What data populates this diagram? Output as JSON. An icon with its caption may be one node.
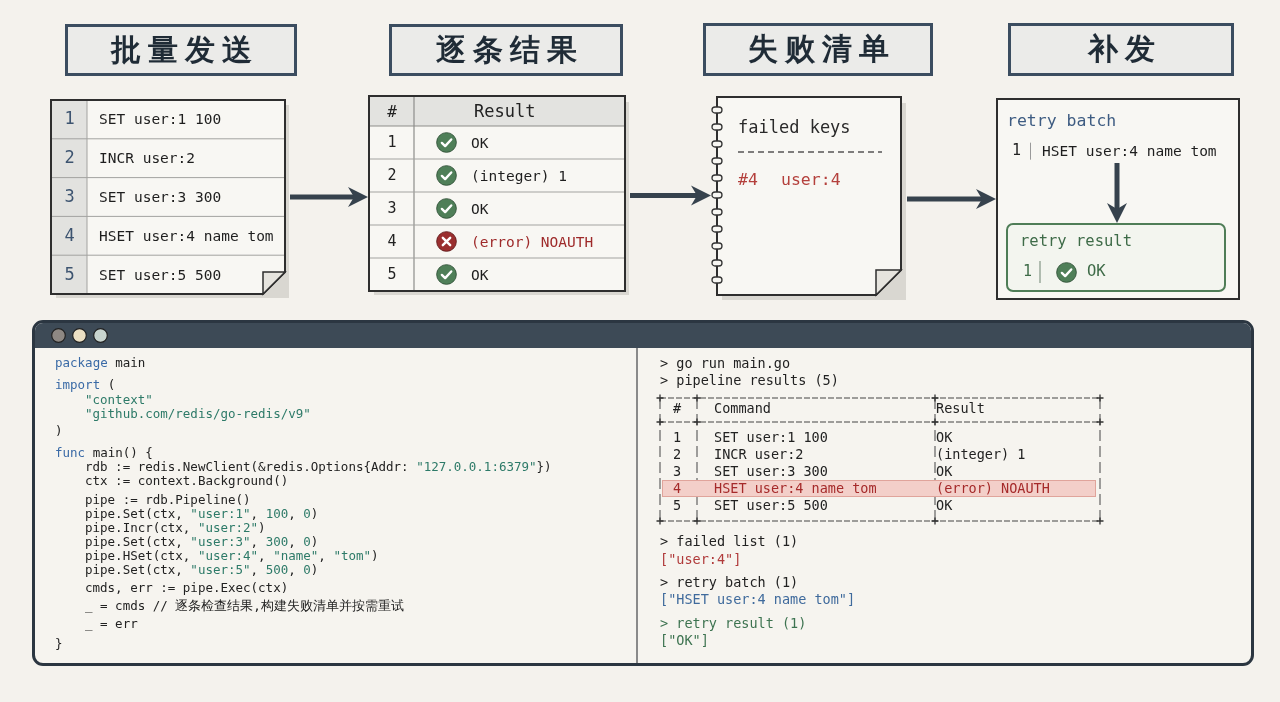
{
  "diagram": {
    "nodes": [
      {
        "text": [
          "批量发送"
        ]
      },
      {
        "text": [
          "逐条结果"
        ]
      },
      {
        "text": [
          "失败清单"
        ]
      },
      {
        "text": [
          "补发"
        ]
      },
      {
        "text": [
          "1",
          "SET user:1 100",
          "2",
          "INCR user:2",
          "3",
          "SET user:3 300",
          "4",
          "HSET user:4 name tom",
          "5",
          "SET user:5 500"
        ]
      },
      {
        "text": [
          "#",
          "Result",
          "1",
          "OK",
          "2",
          "(integer) 1",
          "3",
          "OK",
          "4",
          "(error) NOAUTH",
          "5",
          "OK"
        ]
      },
      {
        "text": [
          "failed keys",
          "#4",
          "user:4"
        ]
      },
      {
        "text": [
          "retry batch"
        ]
      },
      {
        "text": [
          "1",
          "HSET user:4 name tom"
        ],
        "in": 7
      },
      {
        "text": [
          "retry result",
          "1",
          "OK"
        ],
        "in": 7
      }
    ],
    "edges": [
      {
        "from": 4,
        "to": 5,
        "arrow": "to"
      },
      {
        "from": 5,
        "to": 6,
        "arrow": "to"
      },
      {
        "from": 6,
        "to": 7,
        "arrow": "to"
      },
      {
        "from": 8,
        "to": 9,
        "arrow": "to"
      }
    ],
    "labels": [
      "package main",
      "import (",
      "\"context\"",
      "\"github.com/redis/go-redis/v9\"",
      ")",
      "func main() {",
      "rdb := redis.NewClient(&redis.Options{Addr: \"127.0.0.1:6379\"})",
      "ctx := context.Background()",
      "pipe := rdb.Pipeline()",
      "pipe.Set(ctx, \"user:1\", 100, 0)",
      "pipe.Incr(ctx, \"user:2\")",
      "pipe.Set(ctx, \"user:3\", 300, 0)",
      "pipe.HSet(ctx, \"user:4\", \"name\", \"tom\")",
      "pipe.Set(ctx, \"user:5\", 500, 0)",
      "cmds, err := pipe.Exec(ctx)",
      "_ = cmds // 逐条检查结果,构建失败清单并按需重试",
      "_ = err",
      "}",
      "> go run main.go",
      "> pipeline results (5)",
      "#",
      "Command",
      "Result",
      "1",
      "SET user:1 100",
      "OK",
      "2",
      "INCR user:2",
      "(integer) 1",
      "3",
      "SET user:3 300",
      "OK",
      "4",
      "HSET user:4 name tom",
      "(error) NOAUTH",
      "5",
      "SET user:5 500",
      "OK",
      "> failed list (1)",
      "[\"user:4\"]",
      "> retry batch (1)",
      "[\"HSET user:4 name tom\"]",
      "> retry result (1)",
      "[\"OK\"]"
    ]
  }
}
